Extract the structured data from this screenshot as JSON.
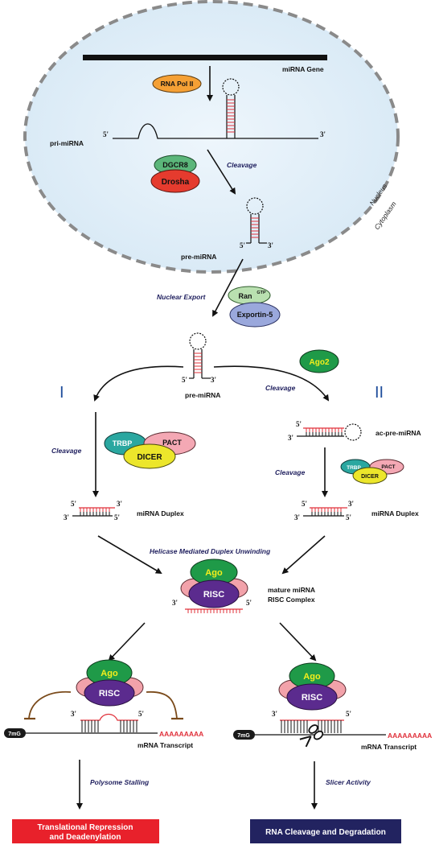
{
  "nucleus": {
    "label": "Nucleus",
    "outside_label": "Cytoplasm",
    "fill": "#dfeef8",
    "border": "#8a8a8a"
  },
  "gene": {
    "label": "miRNA Gene"
  },
  "rna_pol": {
    "label": "RNA Pol II",
    "fill": "#f5a035"
  },
  "pri_mirna": {
    "label": "pri-miRNA",
    "five": "5'",
    "three": "3'"
  },
  "drosha_step": {
    "cleavage": "Cleavage",
    "dgcr8": "DGCR8",
    "drosha": "Drosha",
    "dgcr8_fill": "#5bb67a",
    "drosha_fill": "#e53b2e"
  },
  "pre_mirna_nuc": {
    "label": "pre-miRNA",
    "five": "5'",
    "three": "3'"
  },
  "export": {
    "label": "Nuclear Export",
    "ran": "Ran",
    "ran_sup": "GTP",
    "exportin": "Exportin-5",
    "ran_fill": "#b9e0b0",
    "exportin_fill": "#9aa8dc"
  },
  "pre_mirna_cyto": {
    "label": "pre-miRNA",
    "five": "5'",
    "three": "3'"
  },
  "pathway_1": {
    "numeral": "I",
    "cleavage": "Cleavage",
    "trbp": "TRBP",
    "pact": "PACT",
    "dicer": "DICER",
    "duplex_label": "miRNA Duplex",
    "five_a": "5'",
    "three_a": "3'",
    "three_b": "3'",
    "five_b": "5'"
  },
  "pathway_2": {
    "numeral": "II",
    "cleavage_top": "Cleavage",
    "ago2": "Ago2",
    "ac_pre": "ac-pre-miRNA",
    "ac_five": "5'",
    "ac_three": "3'",
    "cleavage": "Cleavage",
    "trbp": "TRBP",
    "pact": "PACT",
    "dicer": "DICER",
    "duplex_label": "miRNA Duplex",
    "five_a": "5'",
    "three_a": "3'",
    "three_b": "3'",
    "five_b": "5'"
  },
  "unwinding": {
    "label": "Helicase Mediated Duplex Unwinding"
  },
  "risc_center": {
    "ago": "Ago",
    "risc": "RISC",
    "three": "3'",
    "five": "5'",
    "label_line1": "mature miRNA",
    "label_line2": "RISC Complex"
  },
  "bottom_left": {
    "ago": "Ago",
    "risc": "RISC",
    "three": "3'",
    "five": "5'",
    "cap": "7mG",
    "polya": "AAAAAAAAA",
    "transcript": "mRNA Transcript",
    "process": "Polysome Stalling",
    "outcome_line1": "Translational Repression",
    "outcome_line2": "and Deadenylation",
    "outcome_fill": "#e8212b"
  },
  "bottom_right": {
    "ago": "Ago",
    "risc": "RISC",
    "three": "3'",
    "five": "5'",
    "cap": "7mG",
    "polya": "AAAAAAAAA",
    "transcript": "mRNA Transcript",
    "process": "Slicer Activity",
    "outcome": "RNA Cleavage and Degradation",
    "outcome_fill": "#222360"
  },
  "colors": {
    "ago": "#1f9a48",
    "ago_text": "#f4ee1c",
    "risc": "#5b2b8e",
    "side": "#f2a2aa",
    "trbp": "#2aa7a0",
    "pact": "#f4a8b4",
    "dicer": "#ece62b",
    "rna_red": "#e0303a",
    "inhibit": "#7a4a1a"
  }
}
